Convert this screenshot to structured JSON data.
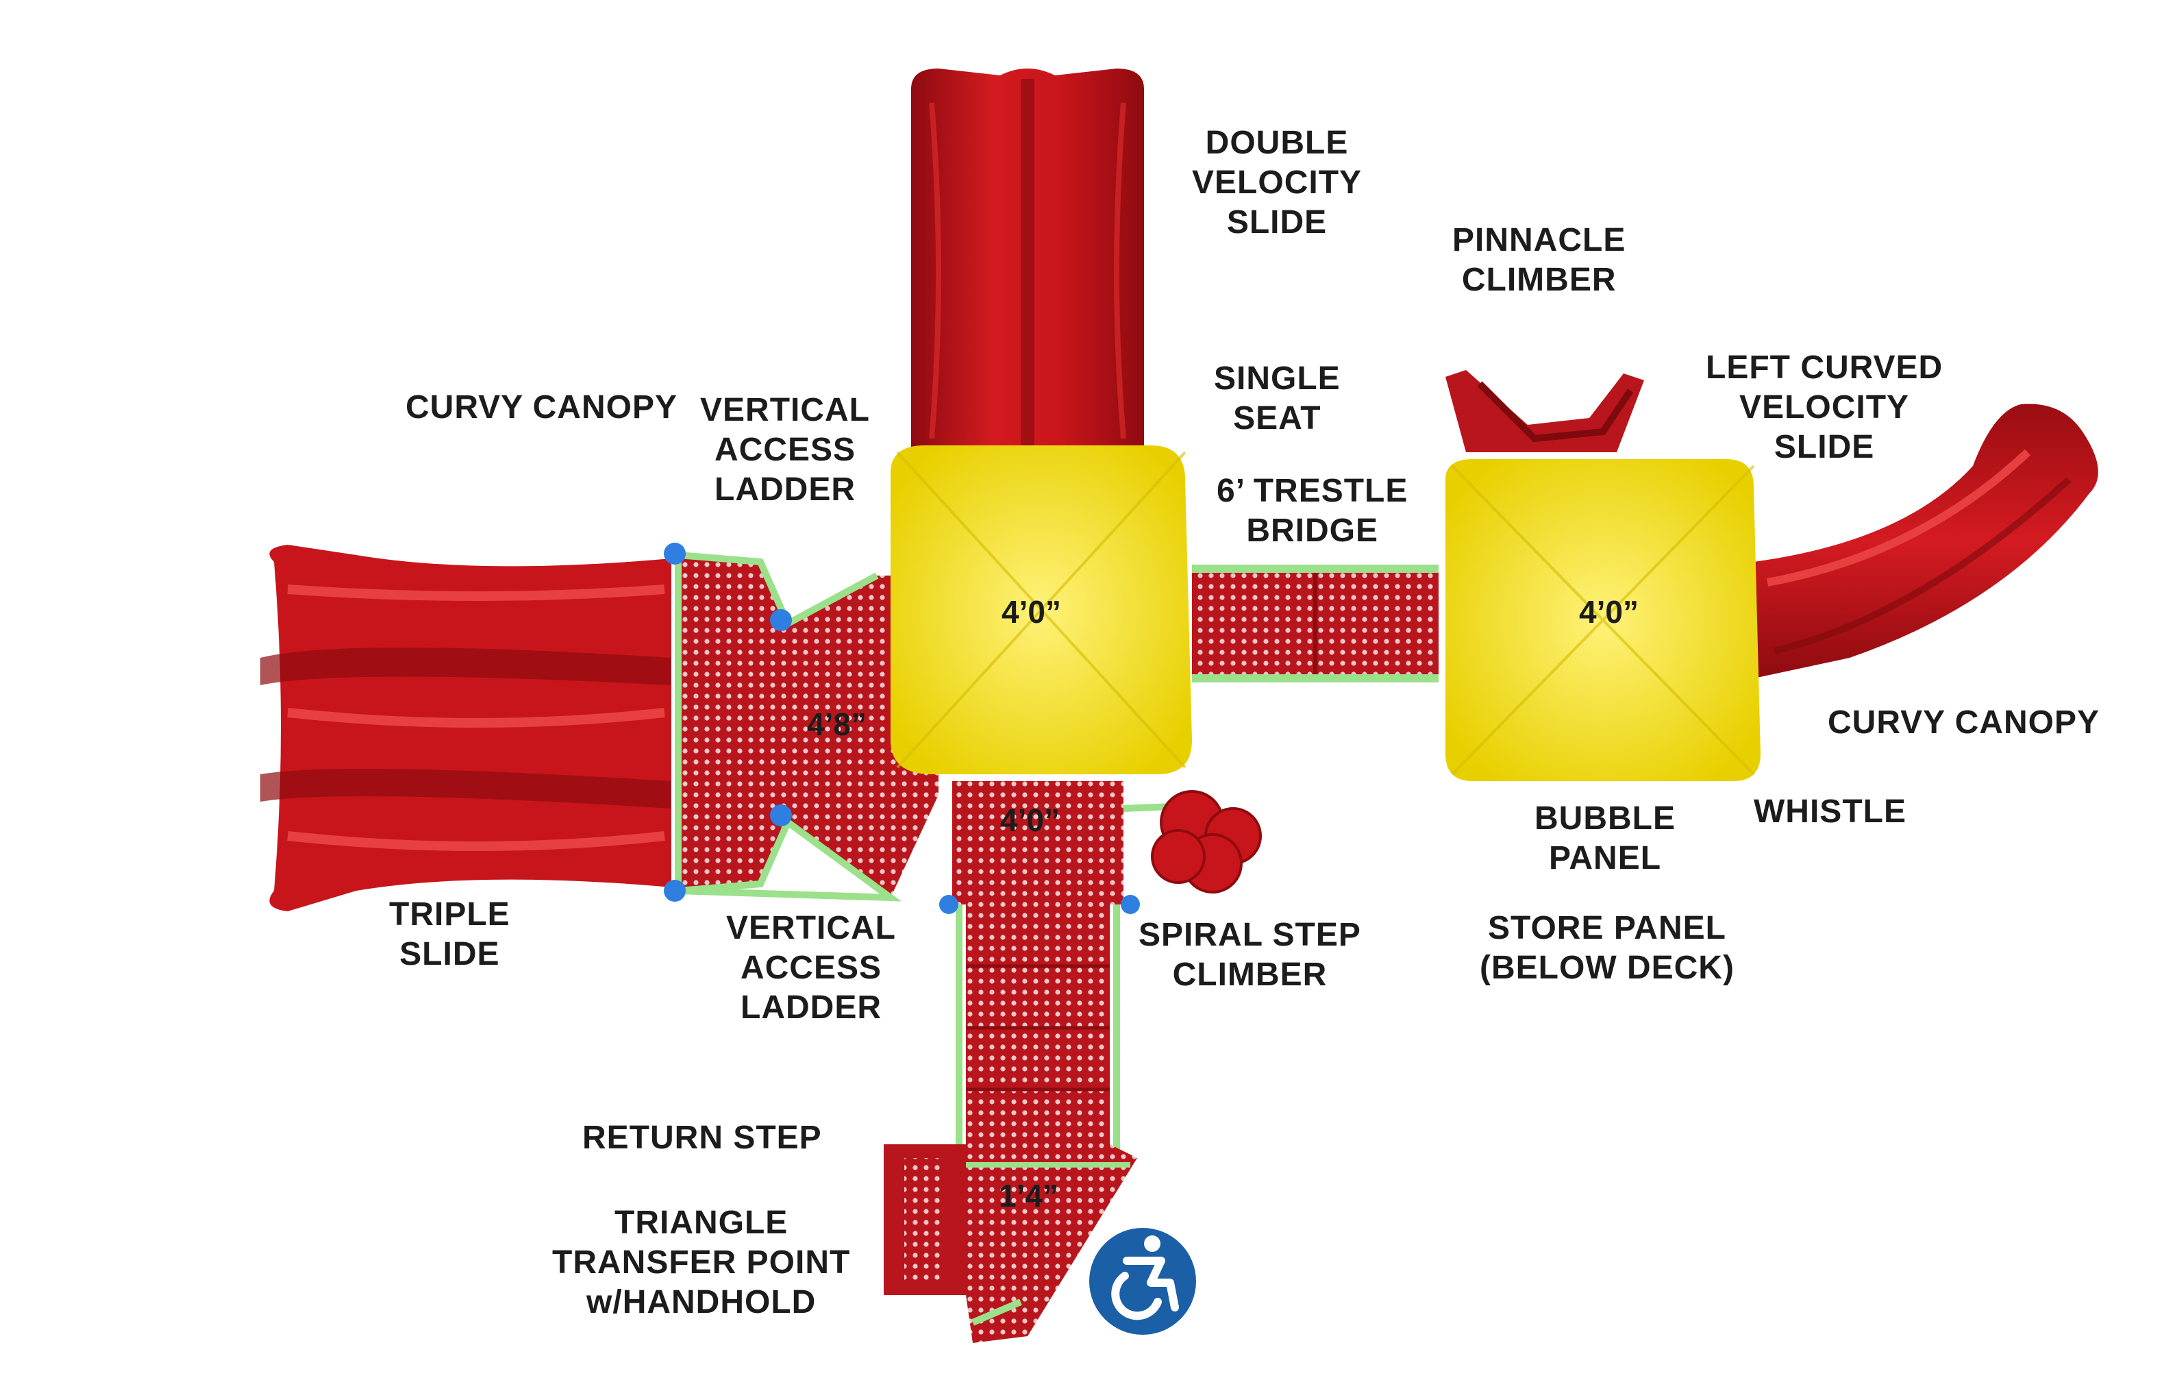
{
  "colors": {
    "slide_red": "#c8151b",
    "slide_dark": "#8e0b10",
    "canopy_yellow": "#f5e20a",
    "rail_green": "#9be08a",
    "deck_red": "#b8161c",
    "clamp_blue": "#2f7fe0",
    "access_blue": "#1b5fa6"
  },
  "labels": {
    "double_velocity_slide": [
      "DOUBLE",
      "VELOCITY",
      "SLIDE"
    ],
    "pinnacle_climber": [
      "PINNACLE",
      "CLIMBER"
    ],
    "single_seat": [
      "SINGLE",
      "SEAT"
    ],
    "trestle_bridge": [
      "6’ TRESTLE",
      "BRIDGE"
    ],
    "left_curved_velocity_slide": [
      "LEFT CURVED",
      "VELOCITY",
      "SLIDE"
    ],
    "curvy_canopy_left": "CURVY CANOPY",
    "vertical_access_ladder_top": [
      "VERTICAL",
      "ACCESS",
      "LADDER"
    ],
    "curvy_canopy_right": "CURVY CANOPY",
    "whistle": "WHISTLE",
    "bubble_panel": [
      "BUBBLE",
      "PANEL"
    ],
    "store_panel": [
      "STORE PANEL",
      "(BELOW DECK)"
    ],
    "triple_slide": [
      "TRIPLE",
      "SLIDE"
    ],
    "vertical_access_ladder_bottom": [
      "VERTICAL",
      "ACCESS",
      "LADDER"
    ],
    "spiral_step_climber": [
      "SPIRAL STEP",
      "CLIMBER"
    ],
    "return_step": "RETURN STEP",
    "triangle_transfer_point": [
      "TRIANGLE",
      "TRANSFER POINT",
      "w/HANDHOLD"
    ]
  },
  "deck_heights": {
    "canopy_left": "4’0”",
    "canopy_right": "4’0”",
    "angled_deck": "4’8”",
    "lower_deck": "4’0”",
    "transfer": "1’4”"
  },
  "icons": {
    "accessibility": "wheelchair-accessibility-icon"
  }
}
